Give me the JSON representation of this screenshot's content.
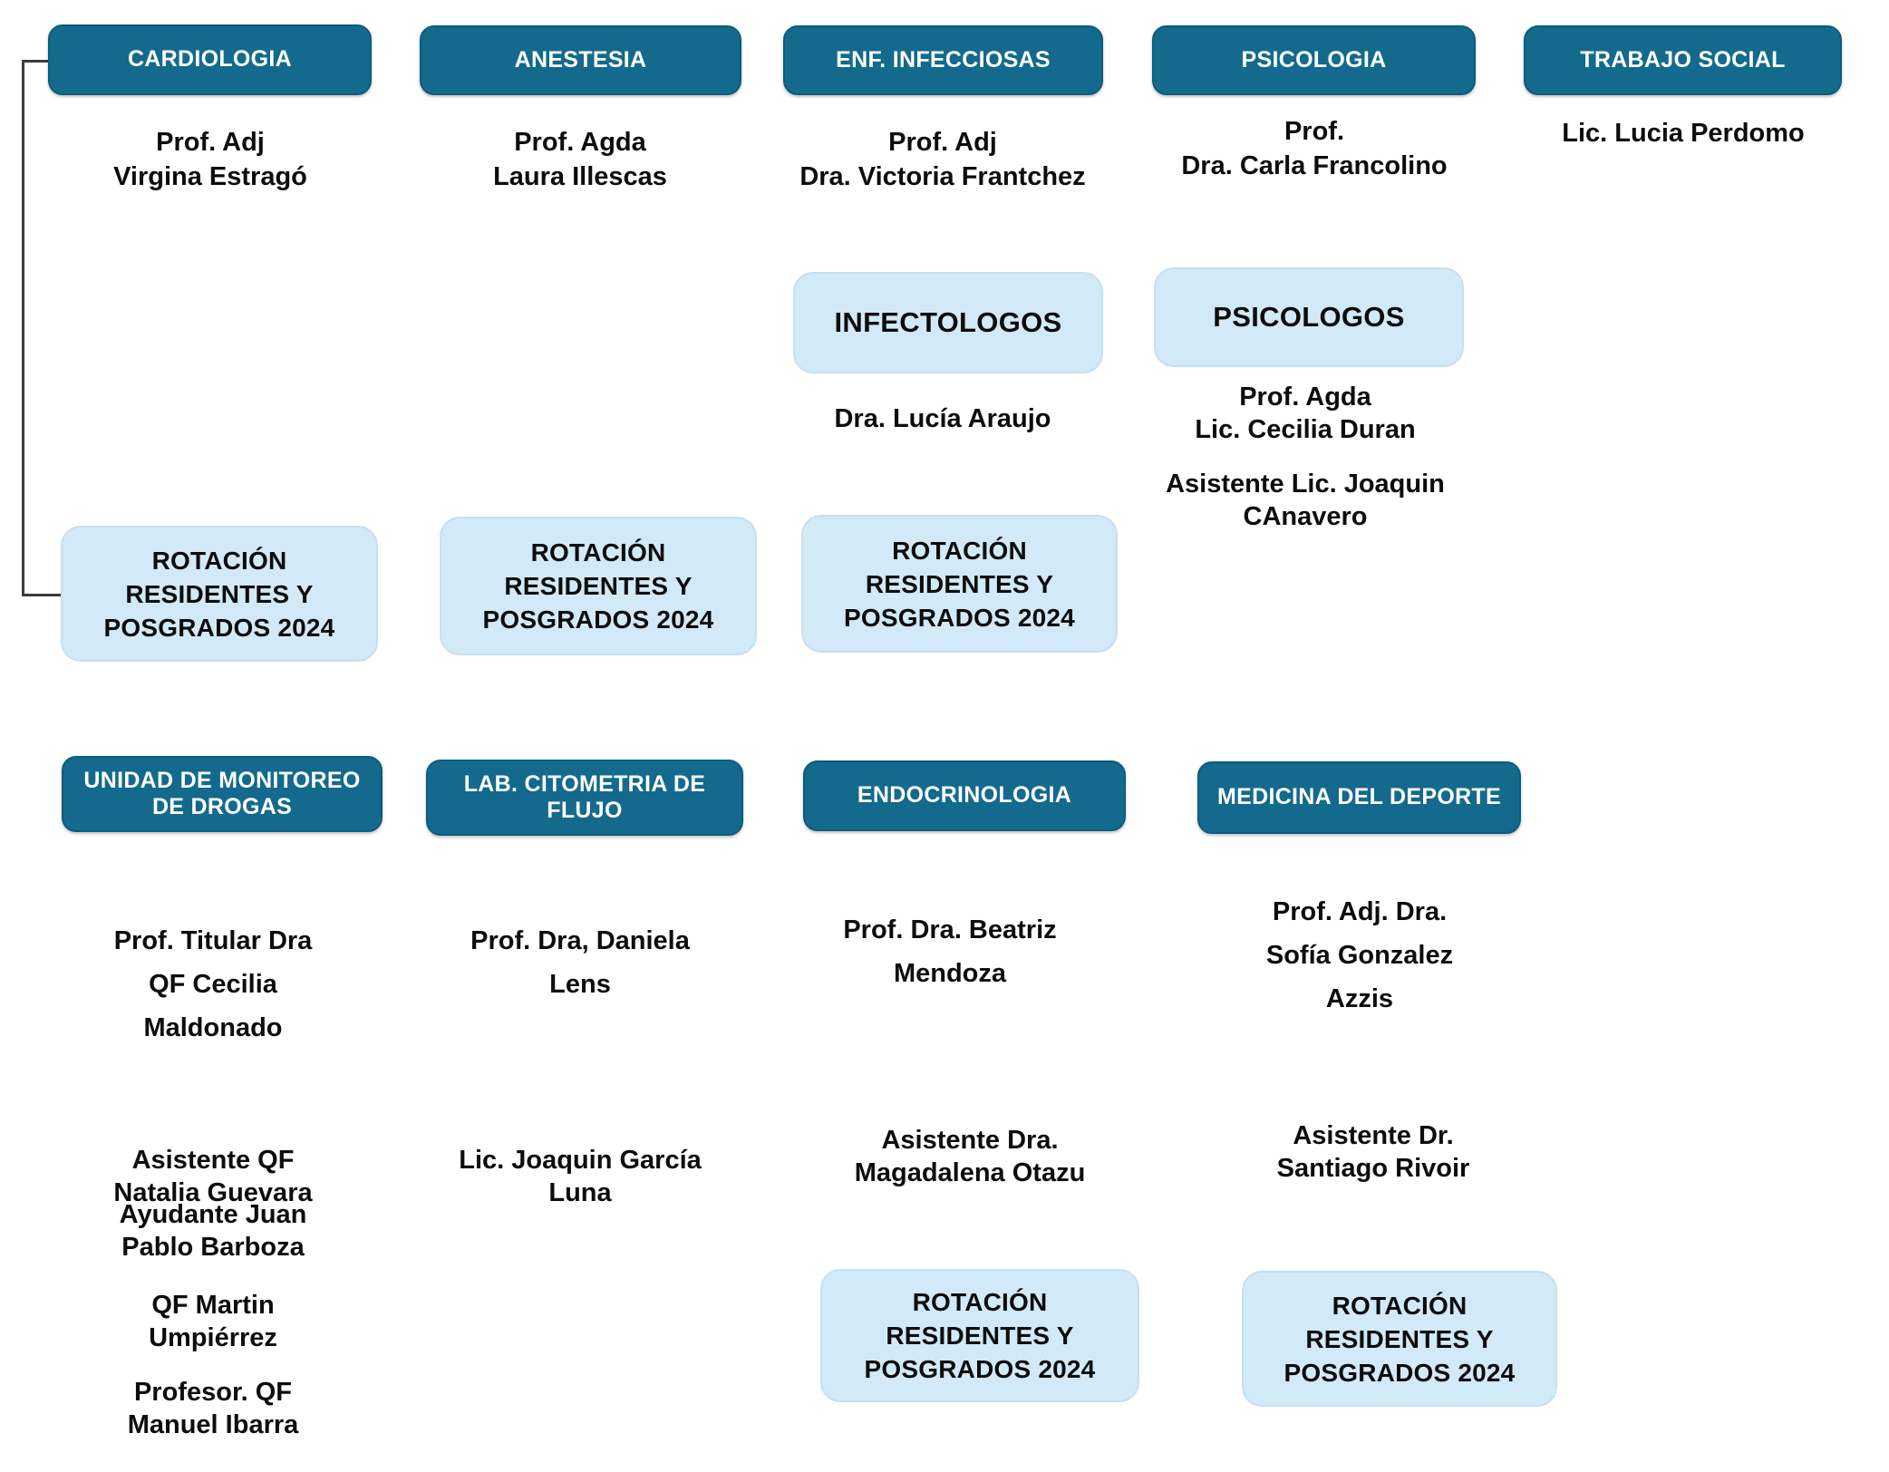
{
  "palette": {
    "dept_fill": "#136a8c",
    "dept_border": "#0d5c7d",
    "dept_text": "#ffffff",
    "subbox_fill": "#d2e9f7",
    "subbox_border": "#c5e0f2",
    "name_text": "#0d0d0d",
    "connector": "#3c3c3c"
  },
  "rotation_box": {
    "lines": [
      "ROTACIÓN",
      "RESIDENTES Y",
      "POSGRADOS 2024"
    ]
  },
  "row1": {
    "cardiologia": {
      "title": "CARDIOLOGIA",
      "head": [
        "Prof. Adj",
        "Virgina Estragó"
      ]
    },
    "anestesia": {
      "title": "ANESTESIA",
      "head": [
        "Prof. Agda",
        "Laura Illescas"
      ]
    },
    "enf_infecciosas": {
      "title": "ENF. INFECCIOSAS",
      "head": [
        "Prof. Adj",
        "Dra. Victoria Frantchez"
      ],
      "group": {
        "title": "INFECTOLOGOS",
        "member": "Dra. Lucía Araujo"
      }
    },
    "psicologia": {
      "title": "PSICOLOGIA",
      "head": [
        "Prof.",
        "Dra. Carla Francolino"
      ],
      "group": {
        "title": "PSICOLOGOS",
        "member1": [
          "Prof. Agda",
          "Lic. Cecilia Duran"
        ],
        "member2": [
          "Asistente Lic. Joaquin",
          "CAnavero"
        ]
      }
    },
    "trabajo_social": {
      "title": "TRABAJO SOCIAL",
      "head": [
        "Lic. Lucia Perdomo"
      ]
    }
  },
  "row2": {
    "unidad_monitoreo": {
      "title": [
        "UNIDAD DE MONITOREO",
        "DE DROGAS"
      ],
      "head": [
        "Prof. Titular Dra",
        "QF Cecilia",
        "Maldonado"
      ],
      "staff1": [
        "Asistente QF",
        "Natalia Guevara"
      ],
      "staff2": [
        "Ayudante Juan",
        "Pablo Barboza"
      ],
      "staff3": [
        "QF Martin",
        "Umpiérrez"
      ],
      "staff4": [
        "Profesor. QF",
        "Manuel Ibarra"
      ]
    },
    "lab_citometria": {
      "title": [
        "LAB. CITOMETRIA DE",
        "FLUJO"
      ],
      "head": [
        "Prof. Dra, Daniela",
        "Lens"
      ],
      "staff1": [
        "Lic. Joaquin García",
        "Luna"
      ]
    },
    "endocrinologia": {
      "title": [
        "ENDOCRINOLOGIA"
      ],
      "head": [
        "Prof. Dra. Beatriz",
        "Mendoza"
      ],
      "staff1": [
        "Asistente Dra.",
        "Magadalena Otazu"
      ]
    },
    "medicina_deporte": {
      "title": [
        "MEDICINA DEL DEPORTE"
      ],
      "head": [
        "Prof. Adj. Dra.",
        "Sofía Gonzalez",
        "Azzis"
      ],
      "staff1": [
        "Asistente Dr.",
        "Santiago Rivoir"
      ]
    }
  }
}
